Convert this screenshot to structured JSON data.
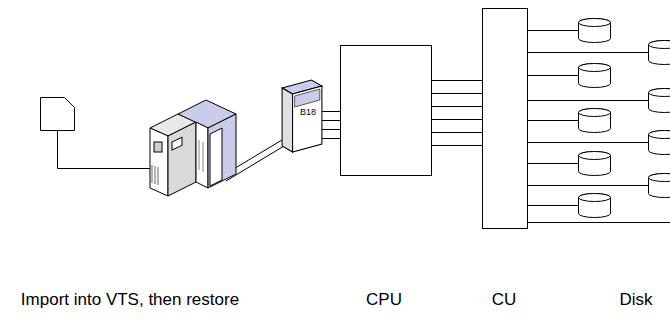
{
  "diagram": {
    "nodes": [
      {
        "text": [
          "B18"
        ]
      }
    ],
    "labels": [
      "Import into VTS, then restore",
      "CPU",
      "CU",
      "Disk"
    ]
  }
}
